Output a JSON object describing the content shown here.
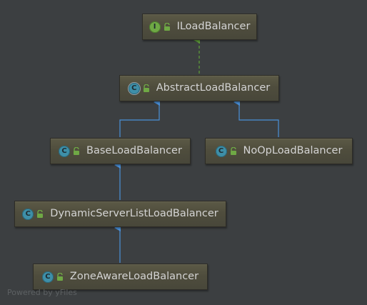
{
  "diagram": {
    "nodes": {
      "iloadbalancer": {
        "name": "ILoadBalancer",
        "kind_letter": "I",
        "kind": "interface"
      },
      "abstractloadbalancer": {
        "name": "AbstractLoadBalancer",
        "kind_letter": "C",
        "kind": "abstract class"
      },
      "baseloadbalancer": {
        "name": "BaseLoadBalancer",
        "kind_letter": "C",
        "kind": "class"
      },
      "nooploadbalancer": {
        "name": "NoOpLoadBalancer",
        "kind_letter": "C",
        "kind": "class"
      },
      "dynamicserverlistloadbalancer": {
        "name": "DynamicServerListLoadBalancer",
        "kind_letter": "C",
        "kind": "class"
      },
      "zoneawareloadbalancer": {
        "name": "ZoneAwareLoadBalancer",
        "kind_letter": "C",
        "kind": "class"
      }
    },
    "edges": [
      {
        "from": "AbstractLoadBalancer",
        "to": "ILoadBalancer",
        "relation": "implements",
        "style": "dashed",
        "color": "#5f9e3a"
      },
      {
        "from": "BaseLoadBalancer",
        "to": "AbstractLoadBalancer",
        "relation": "extends",
        "style": "solid",
        "color": "#4a90d9"
      },
      {
        "from": "NoOpLoadBalancer",
        "to": "AbstractLoadBalancer",
        "relation": "extends",
        "style": "solid",
        "color": "#4a90d9"
      },
      {
        "from": "DynamicServerListLoadBalancer",
        "to": "BaseLoadBalancer",
        "relation": "extends",
        "style": "solid",
        "color": "#4a90d9"
      },
      {
        "from": "ZoneAwareLoadBalancer",
        "to": "DynamicServerListLoadBalancer",
        "relation": "extends",
        "style": "solid",
        "color": "#4a90d9"
      }
    ],
    "icons": {
      "class": "class-c-icon",
      "interface": "interface-i-icon",
      "visibility": "public-lock-icon"
    },
    "colors": {
      "background": "#3c3f41",
      "node_fill": "#4f4d3d",
      "text": "#d4d4d4"
    }
  },
  "watermark": "Powered by yFiles"
}
